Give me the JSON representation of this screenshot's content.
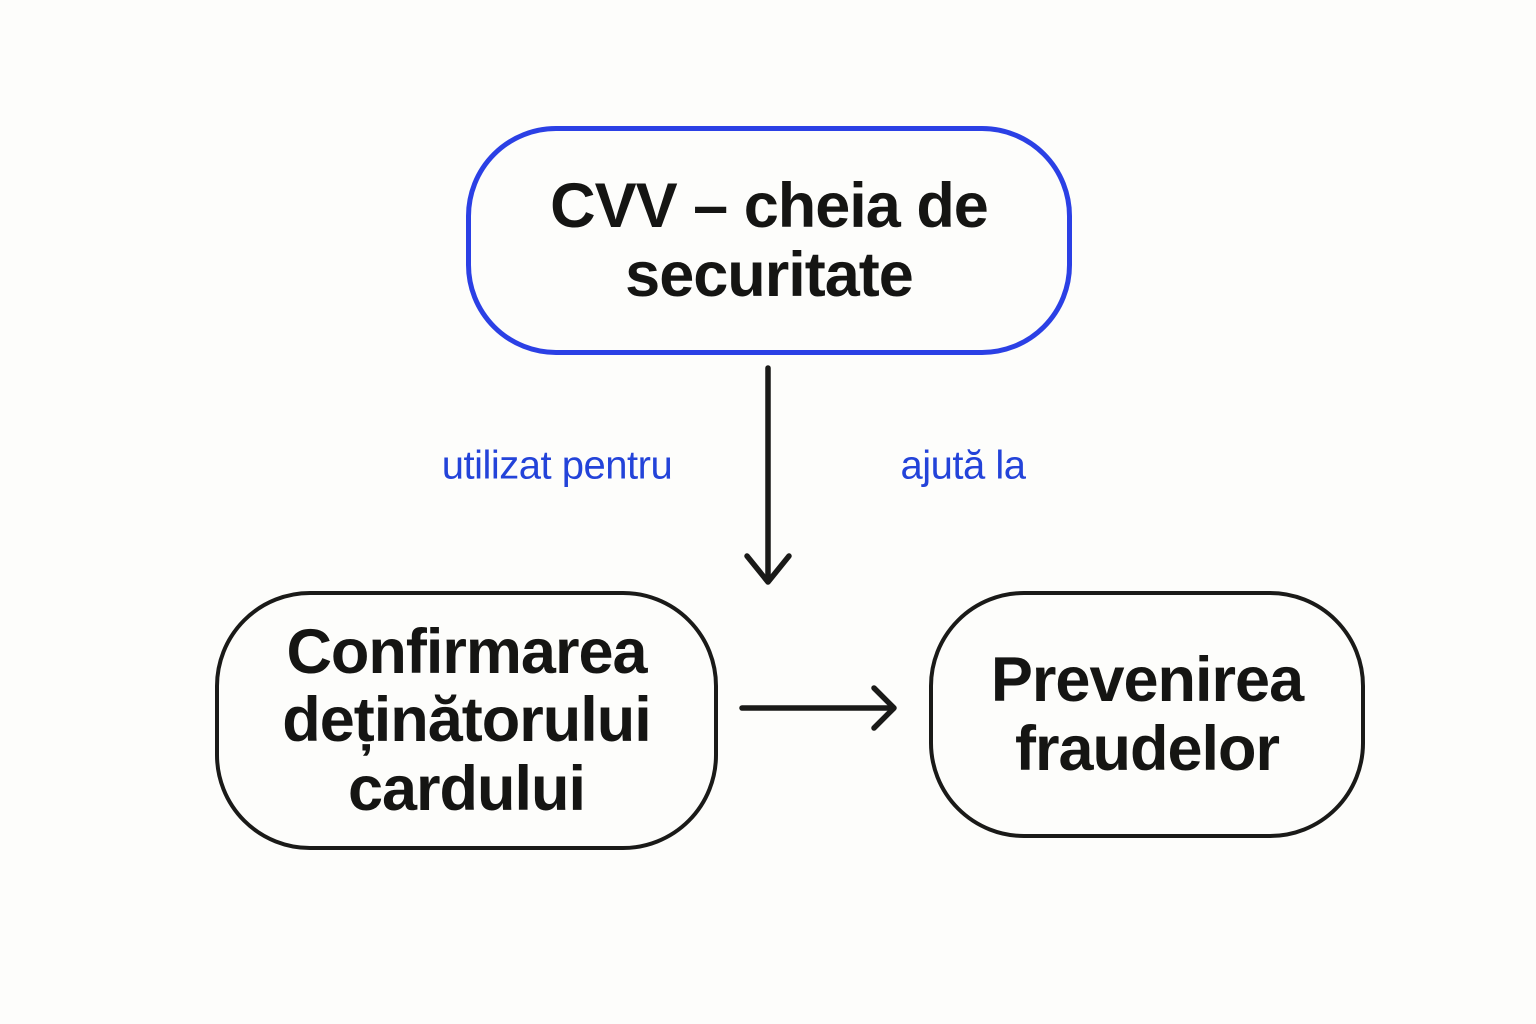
{
  "diagram": {
    "background_color": "#fdfdfb",
    "colors": {
      "accent_blue_border": "#2b40e5",
      "edge_label_blue": "#2343d9",
      "line_black": "#1a1a18",
      "node_text": "#151513"
    },
    "nodes": {
      "cvv": {
        "border": "blue",
        "text": "CVV – cheia de securitate",
        "lines": [
          "CVV – cheia de",
          "securitate"
        ]
      },
      "confirmare": {
        "border": "black",
        "text": "Confirmarea deținătorului cardului",
        "lines": [
          "Confirmarea",
          "deținătorului",
          "cardului"
        ]
      },
      "prevenire": {
        "border": "black",
        "text": "Prevenirea fraudelor",
        "lines": [
          "Prevenirea",
          "fraudelor"
        ]
      }
    },
    "edge_labels": {
      "left": "utilizat pentru",
      "right": "ajută la"
    },
    "edges": [
      {
        "label": "utilizat pentru",
        "direction": "down"
      },
      {
        "label": "ajută la",
        "direction": "right"
      }
    ]
  }
}
